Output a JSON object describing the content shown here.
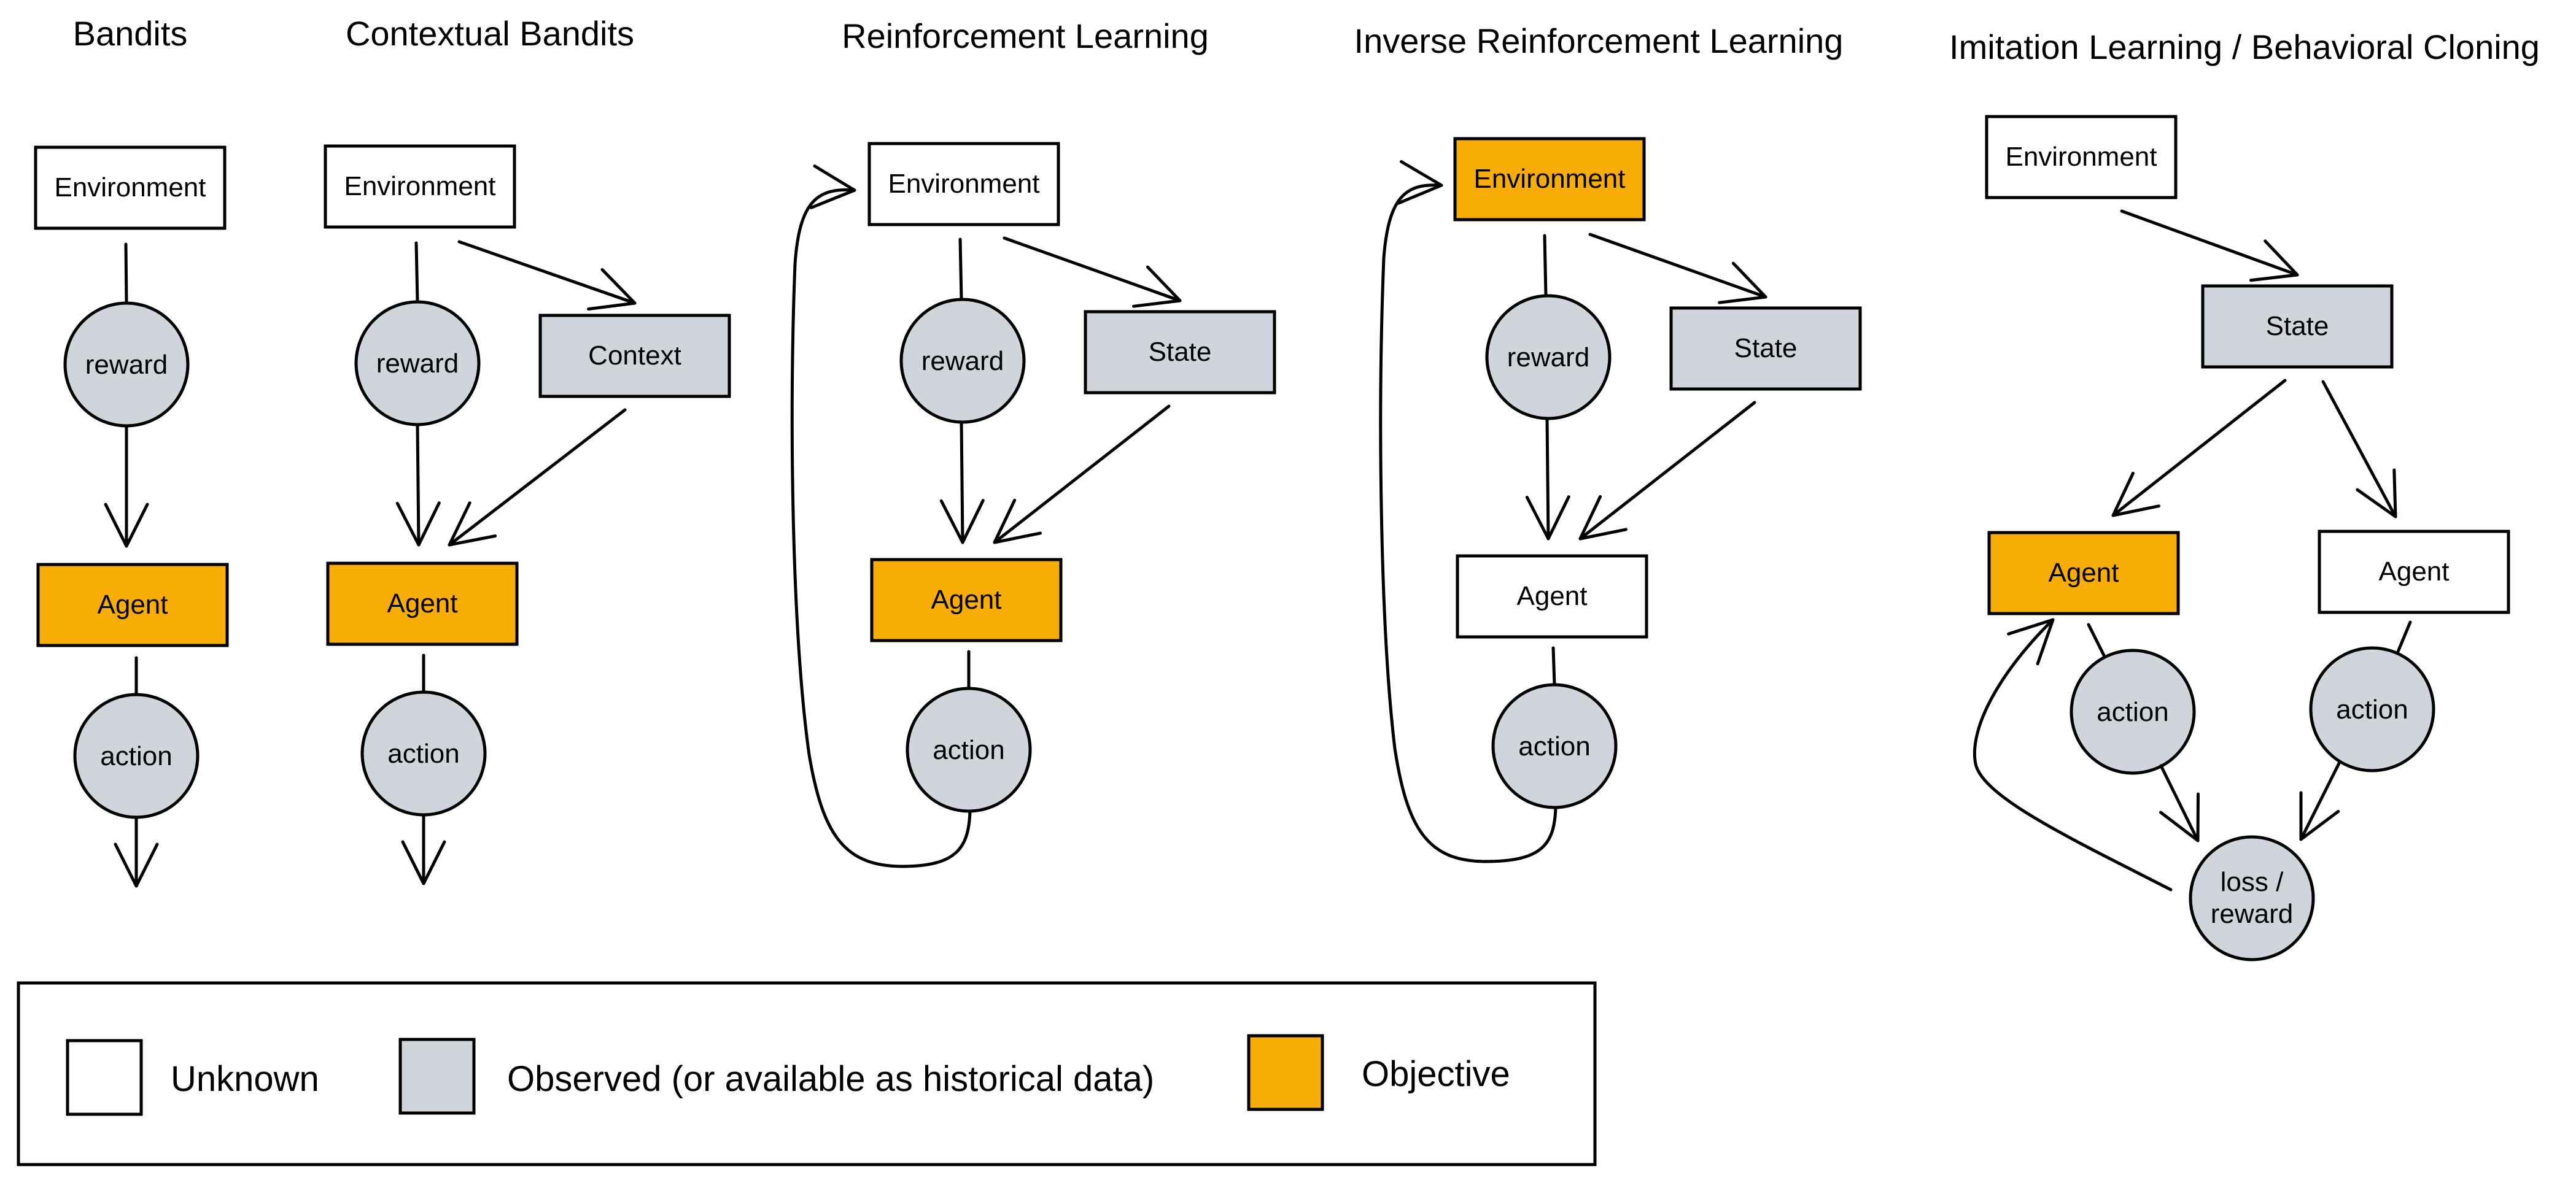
{
  "colors": {
    "unknown": "#ffffff",
    "observed": "#d0d4db",
    "objective": "#f7ad05",
    "stroke": "#000000"
  },
  "panels": [
    {
      "title": "Bandits",
      "nodes": {
        "environment": "Environment",
        "reward": "reward",
        "agent": "Agent",
        "action": "action"
      }
    },
    {
      "title": "Contextual Bandits",
      "nodes": {
        "environment": "Environment",
        "context": "Context",
        "reward": "reward",
        "agent": "Agent",
        "action": "action"
      }
    },
    {
      "title": "Reinforcement Learning",
      "nodes": {
        "environment": "Environment",
        "state": "State",
        "reward": "reward",
        "agent": "Agent",
        "action": "action"
      }
    },
    {
      "title": "Inverse Reinforcement Learning",
      "nodes": {
        "environment": "Environment",
        "state": "State",
        "reward": "reward",
        "agent": "Agent",
        "action": "action"
      }
    },
    {
      "title": "Imitation Learning / Behavioral Cloning",
      "nodes": {
        "environment": "Environment",
        "state": "State",
        "agent_left": "Agent",
        "agent_right": "Agent",
        "action_left": "action",
        "action_right": "action",
        "loss_line1": "loss /",
        "loss_line2": "reward"
      }
    }
  ],
  "legend": {
    "unknown": "Unknown",
    "observed": "Observed (or available as historical data)",
    "objective": "Objective"
  }
}
